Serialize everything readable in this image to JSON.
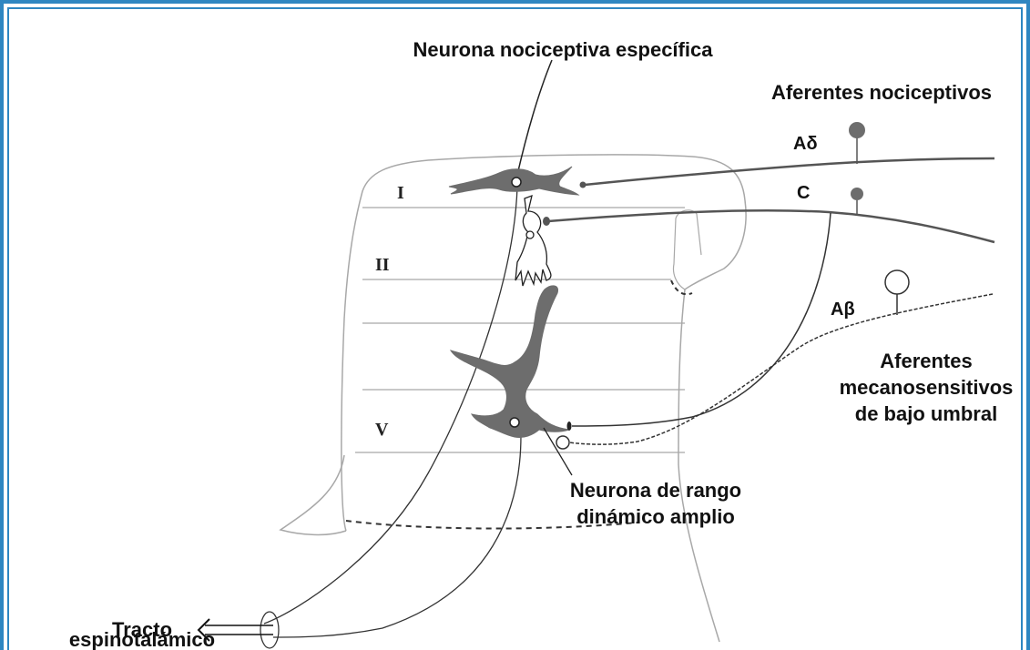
{
  "labels": {
    "specific_neuron": "Neurona nociceptiva específica",
    "nociceptive_afferents": "Aferentes nociceptivos",
    "a_delta": "Aδ",
    "c_fiber": "C",
    "a_beta": "Aβ",
    "mechano_line1": "Aferentes",
    "mechano_line2": "mecanosensitivos",
    "mechano_line3": "de bajo umbral",
    "wdr_line1": "Neurona de rango",
    "wdr_line2": "dinámico amplio",
    "tract_line1": "Tracto",
    "tract_line2": "espinotalámico"
  },
  "laminae": {
    "I": "I",
    "II": "II",
    "V": "V"
  },
  "colors": {
    "border": "#2e86c1",
    "neuron_fill": "#6d6d6d",
    "outline": "#9a9a9a",
    "text": "#111111"
  }
}
